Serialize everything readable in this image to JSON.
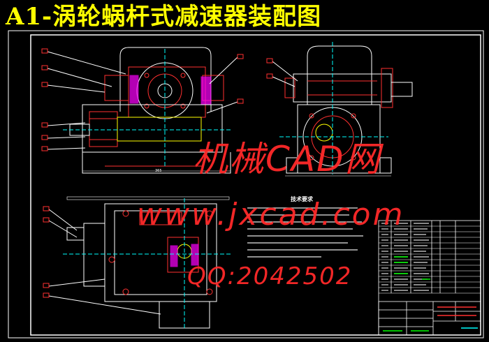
{
  "title": "A1-涡轮蜗杆式减速器装配图",
  "watermarks": {
    "site_cn": "机械CAD网",
    "site_url": "www.jxcad.com",
    "qq": "QQ:2042502"
  },
  "notes_heading": "技术要求",
  "dimension_label": "365",
  "colors": {
    "background": "#000000",
    "title": "#ffff00",
    "watermark": "#ff2a2a",
    "drawing_white": "#ffffff",
    "drawing_yellow": "#ffff00",
    "drawing_red": "#ff3030",
    "drawing_green": "#00ff00",
    "drawing_cyan": "#00ffff",
    "drawing_magenta": "#ff00ff"
  }
}
